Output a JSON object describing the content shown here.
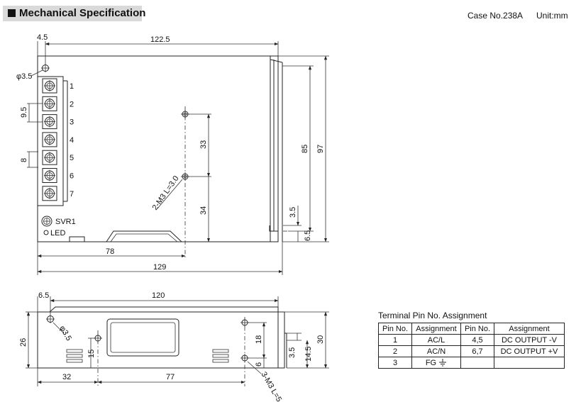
{
  "header": {
    "title": "Mechanical Specification",
    "case_no": "Case No.238A",
    "unit": "Unit:mm"
  },
  "top_view": {
    "dim_total_width": "122.5",
    "dim_left_offset": "4.5",
    "dim_hole_dia": "φ3.5",
    "dim_pin_pitch": "9.5",
    "dim_pin_width": "8",
    "terminals": [
      "1",
      "2",
      "3",
      "4",
      "5",
      "6",
      "7"
    ],
    "svr_label": "SVR1",
    "led_label": "LED",
    "dim_height_inner": "85",
    "dim_height_total": "97",
    "dim_hole_spacing": "33",
    "dim_hole_lower": "34",
    "dim_mount_holes": "2-M3 L=3.0",
    "dim_right_small": "3.5",
    "dim_right_bottom": "6.5",
    "dim_hole_x": "78",
    "dim_base_width": "129"
  },
  "side_view": {
    "dim_left_offset": "6.5",
    "dim_width": "120",
    "dim_hole_dia": "φ3.5",
    "dim_height_left": "26",
    "dim_hole_height": "15",
    "dim_hole_spacing": "18",
    "dim_hole_bottom": "6",
    "dim_mount_holes": "3-M3 L=5",
    "dim_right_small": "3.5",
    "dim_right_mid": "14.5",
    "dim_height_total": "30",
    "dim_left_bottom": "32",
    "dim_mid_bottom": "77"
  },
  "pin_table": {
    "title": "Terminal Pin No.  Assignment",
    "headers": [
      "Pin No.",
      "Assignment",
      "Pin No.",
      "Assignment"
    ],
    "rows": [
      [
        "1",
        "AC/L",
        "4,5",
        "DC OUTPUT -V"
      ],
      [
        "2",
        "AC/N",
        "6,7",
        "DC OUTPUT +V"
      ],
      [
        "3",
        "FG",
        "",
        ""
      ]
    ]
  }
}
